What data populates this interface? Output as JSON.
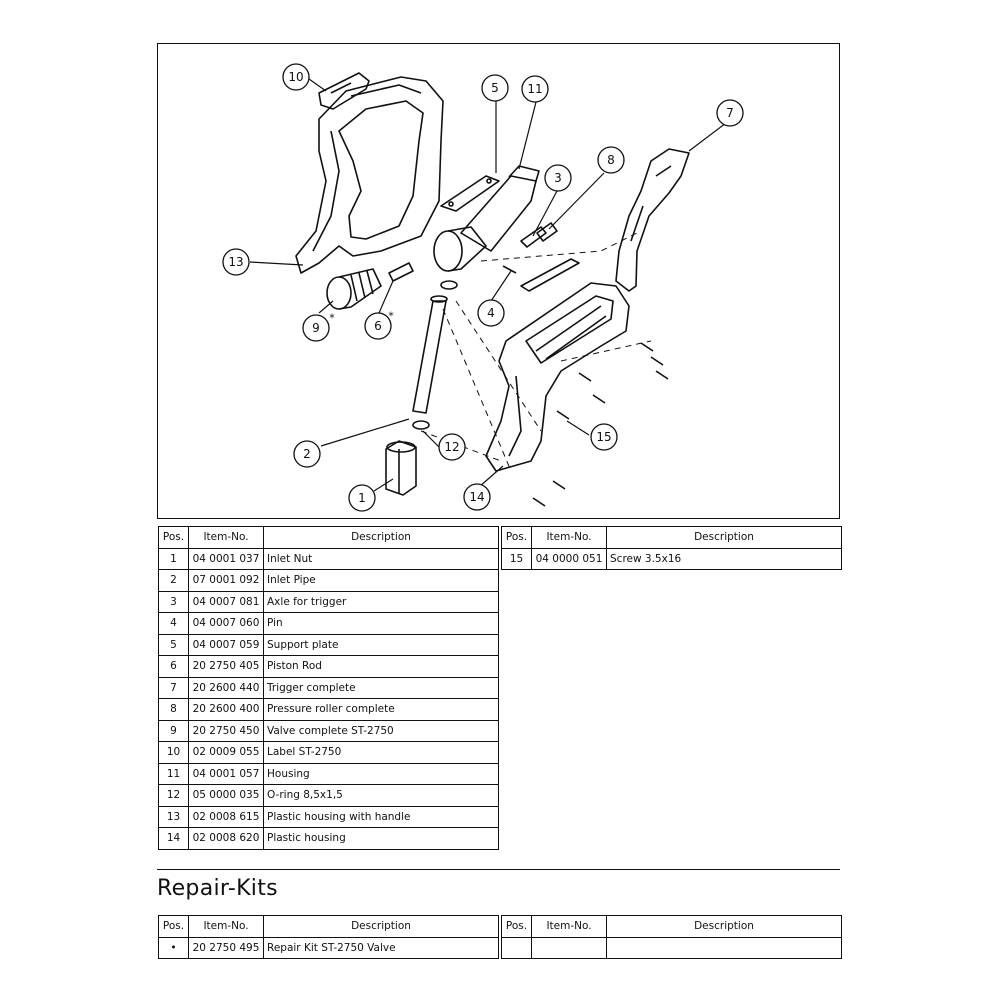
{
  "callouts": [
    {
      "label": "1"
    },
    {
      "label": "2"
    },
    {
      "label": "3"
    },
    {
      "label": "4"
    },
    {
      "label": "5"
    },
    {
      "label": "6"
    },
    {
      "label": "7"
    },
    {
      "label": "8"
    },
    {
      "label": "9"
    },
    {
      "label": "10"
    },
    {
      "label": "11"
    },
    {
      "label": "12"
    },
    {
      "label": "13"
    },
    {
      "label": "14"
    },
    {
      "label": "15"
    }
  ],
  "asterisk": "*",
  "parts_table": {
    "headers": [
      "Pos.",
      "Item-No.",
      "Description"
    ],
    "rows": [
      [
        "1",
        "04 0001 037",
        "Inlet Nut"
      ],
      [
        "2",
        "07 0001 092",
        "Inlet Pipe"
      ],
      [
        "3",
        "04 0007 081",
        "Axle for trigger"
      ],
      [
        "4",
        "04 0007 060",
        "Pin"
      ],
      [
        "5",
        "04 0007 059",
        "Support plate"
      ],
      [
        "6",
        "20 2750 405",
        "Piston Rod"
      ],
      [
        "7",
        "20 2600 440",
        "Trigger complete"
      ],
      [
        "8",
        "20 2600 400",
        "Pressure roller complete"
      ],
      [
        "9",
        "20 2750 450",
        "Valve complete ST-2750"
      ],
      [
        "10",
        "02 0009 055",
        " Label ST-2750"
      ],
      [
        "11",
        "04 0001 057",
        "Housing"
      ],
      [
        "12",
        "05 0000 035",
        "O-ring 8,5x1,5"
      ],
      [
        "13",
        "02 0008 615",
        "Plastic housing with handle"
      ],
      [
        "14",
        "02 0008 620",
        "Plastic housing"
      ]
    ],
    "rows_right": [
      [
        "15",
        "04 0000 051",
        "Screw 3.5x16"
      ]
    ]
  },
  "repair_kits": {
    "title": "Repair-Kits",
    "headers": [
      "Pos.",
      "Item-No.",
      "Description"
    ],
    "rows": [
      [
        "•",
        "20 2750 495",
        "Repair Kit ST-2750 Valve"
      ]
    ],
    "rows_right": [
      [
        "",
        "",
        ""
      ]
    ]
  }
}
